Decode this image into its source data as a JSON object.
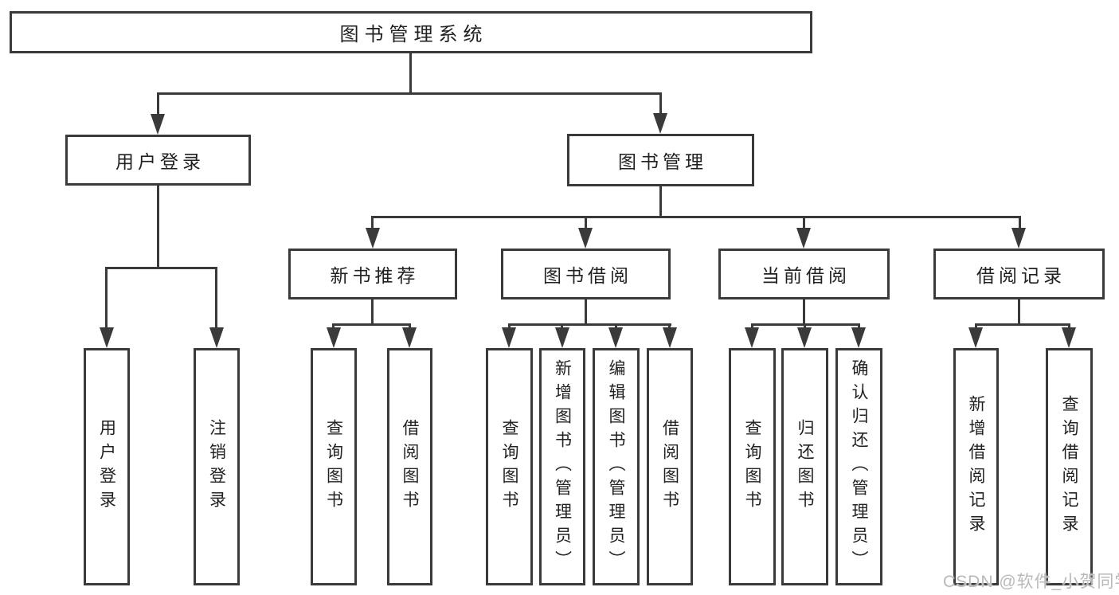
{
  "diagram": {
    "root": {
      "label": "图书管理系统"
    },
    "branches": {
      "user_login": {
        "label": "用户登录",
        "children": {
          "login": {
            "label": "用户登录"
          },
          "logout": {
            "label": "注销登录"
          }
        }
      },
      "book_mgmt": {
        "label": "图书管理",
        "children": {
          "new_book_rec": {
            "label": "新书推荐",
            "children": {
              "query_books": {
                "label": "查询图书"
              },
              "borrow_books": {
                "label": "借阅图书"
              }
            }
          },
          "book_borrow": {
            "label": "图书借阅",
            "children": {
              "query_books": {
                "label": "查询图书"
              },
              "add_books": {
                "label": "新增图书（管理员）"
              },
              "edit_books": {
                "label": "编辑图书（管理员）"
              },
              "borrow_books": {
                "label": "借阅图书"
              }
            }
          },
          "current_borrow": {
            "label": "当前借阅",
            "children": {
              "query_books": {
                "label": "查询图书"
              },
              "return_books": {
                "label": "归还图书"
              },
              "confirm_return": {
                "label": "确认归还（管理员）"
              }
            }
          },
          "borrow_records": {
            "label": "借阅记录",
            "children": {
              "add_record": {
                "label": "新增借阅记录"
              },
              "query_record": {
                "label": "查询借阅记录"
              }
            }
          }
        }
      }
    }
  },
  "watermark": {
    "text": "CSDN @软件_小贺同学"
  },
  "colors": {
    "line": "#3a3a3a",
    "text": "#212121",
    "watermark": "#b9b9b9",
    "background": "#ffffff"
  }
}
